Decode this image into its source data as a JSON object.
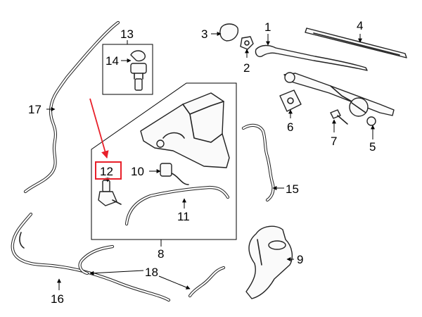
{
  "callouts": {
    "c1": "1",
    "c2": "2",
    "c3": "3",
    "c4": "4",
    "c5": "5",
    "c6": "6",
    "c7": "7",
    "c8": "8",
    "c9": "9",
    "c10": "10",
    "c11": "11",
    "c12": "12",
    "c13": "13",
    "c14": "14",
    "c15": "15",
    "c16": "16",
    "c17": "17",
    "c18": "18"
  },
  "highlight": {
    "color": "#e8202a",
    "target": "12"
  }
}
